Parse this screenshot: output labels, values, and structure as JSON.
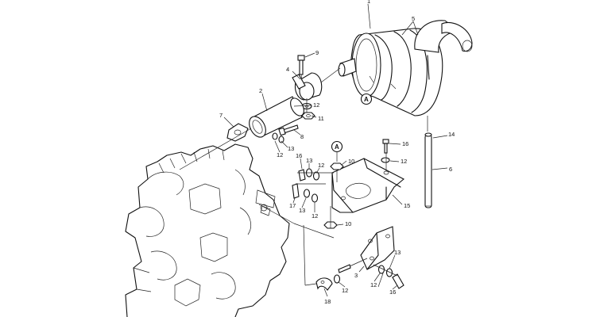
{
  "callouts": [
    {
      "id": "c1",
      "text": "1"
    },
    {
      "id": "c5",
      "text": "5"
    },
    {
      "id": "c9",
      "text": "9"
    },
    {
      "id": "c4",
      "text": "4"
    },
    {
      "id": "c2",
      "text": "2"
    },
    {
      "id": "c12a",
      "text": "12"
    },
    {
      "id": "c11",
      "text": "11"
    },
    {
      "id": "c7",
      "text": "7"
    },
    {
      "id": "c8",
      "text": "8"
    },
    {
      "id": "c13a",
      "text": "13"
    },
    {
      "id": "c12b",
      "text": "12"
    },
    {
      "id": "c14",
      "text": "14"
    },
    {
      "id": "c6",
      "text": "6"
    },
    {
      "id": "c16a",
      "text": "16"
    },
    {
      "id": "c12c",
      "text": "12"
    },
    {
      "id": "c10a",
      "text": "10"
    },
    {
      "id": "c16b",
      "text": "16"
    },
    {
      "id": "c13b",
      "text": "13"
    },
    {
      "id": "c12d",
      "text": "12"
    },
    {
      "id": "c15",
      "text": "15"
    },
    {
      "id": "c17",
      "text": "17"
    },
    {
      "id": "c13c",
      "text": "13"
    },
    {
      "id": "c12e",
      "text": "12"
    },
    {
      "id": "c10b",
      "text": "10"
    },
    {
      "id": "c13d",
      "text": "13"
    },
    {
      "id": "c3",
      "text": "3"
    },
    {
      "id": "c12f",
      "text": "12"
    },
    {
      "id": "c16c",
      "text": "16"
    },
    {
      "id": "c12g",
      "text": "12"
    },
    {
      "id": "c18",
      "text": "18"
    }
  ],
  "refs": [
    {
      "id": "r1",
      "text": "A"
    },
    {
      "id": "r2",
      "text": "A"
    }
  ]
}
